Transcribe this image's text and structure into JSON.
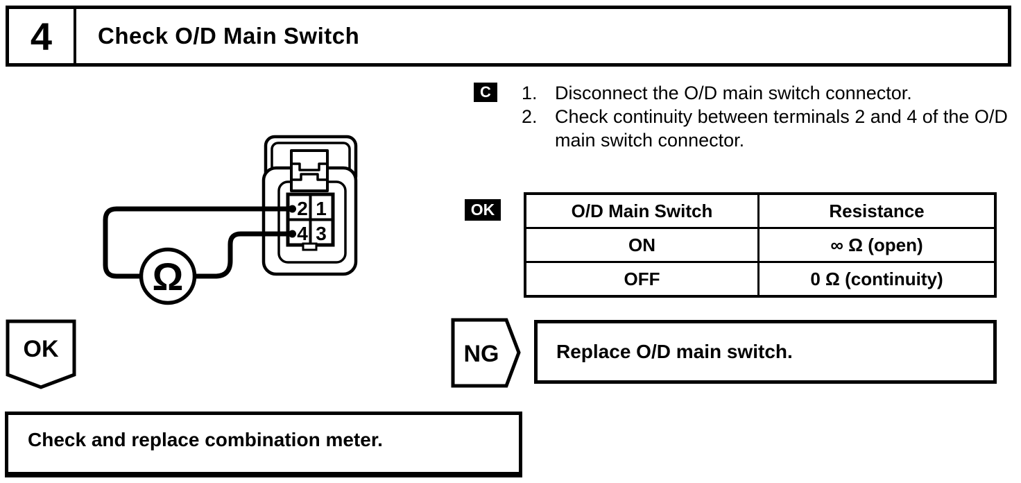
{
  "colors": {
    "ink": "#000000",
    "paper": "#ffffff"
  },
  "header": {
    "step_number": "4",
    "title": "Check O/D Main Switch"
  },
  "procedure": {
    "badge": "C",
    "steps": [
      {
        "num": "1.",
        "text": "Disconnect the O/D main switch connector."
      },
      {
        "num": "2.",
        "text": "Check continuity between terminals 2 and 4 of the O/D main switch connector."
      }
    ]
  },
  "spec": {
    "badge": "OK",
    "table": {
      "headers": [
        "O/D Main Switch",
        "Resistance"
      ],
      "rows": [
        [
          "ON",
          "∞ Ω (open)"
        ],
        [
          "OFF",
          "0 Ω (continuity)"
        ]
      ]
    }
  },
  "diagram": {
    "ohmmeter_symbol": "Ω",
    "terminals": [
      "2",
      "1",
      "4",
      "3"
    ]
  },
  "flow": {
    "ok_label": "OK",
    "ng_label": "NG",
    "ng_action": "Replace O/D main switch.",
    "ok_action": "Check and replace combination meter."
  }
}
